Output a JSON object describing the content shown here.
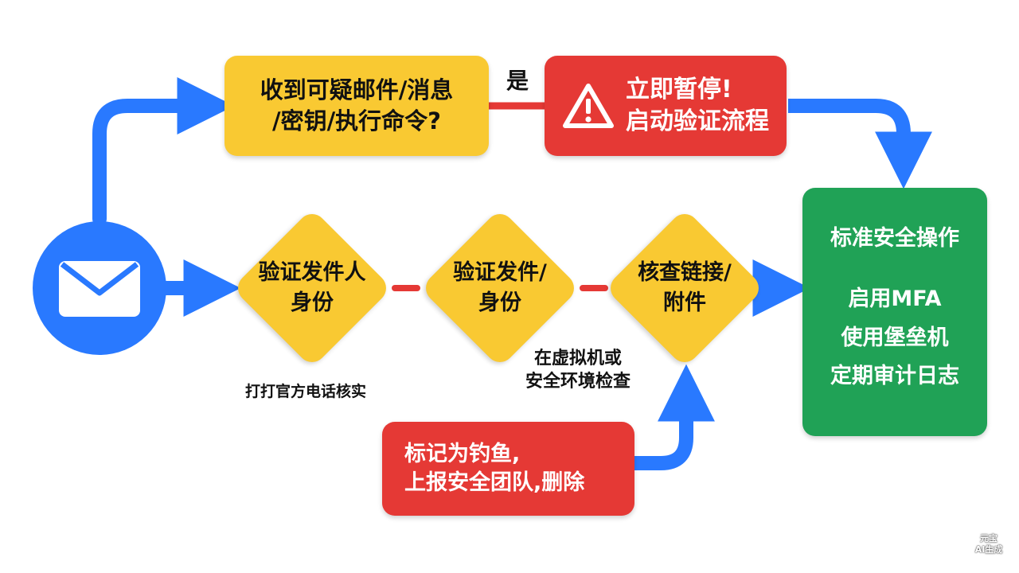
{
  "colors": {
    "arrow": "#2979FF",
    "yellow": "#F9C932",
    "red": "#E53935",
    "green": "#20A256",
    "connector": "#E53935"
  },
  "start_icon": "envelope-icon",
  "question_box": {
    "line1": "收到可疑邮件/消息",
    "line2": "/密钥/执行命令?"
  },
  "yes_label": "是",
  "pause_box": {
    "icon": "warning-triangle-icon",
    "line1": "立即暂停!",
    "line2": "启动验证流程"
  },
  "steps": [
    {
      "line1": "验证发件人",
      "line2": "身份"
    },
    {
      "line1": "验证发件/",
      "line2": "身份"
    },
    {
      "line1": "核查链接/",
      "line2": "附件"
    }
  ],
  "notes": {
    "phone_verify": "打打官方电话核实",
    "vm_check_line1": "在虚拟机或",
    "vm_check_line2": "安全环境检查"
  },
  "phishing_box": {
    "line1": "标记为钓鱼,",
    "line2": "上报安全团队,删除"
  },
  "safe_ops": {
    "title": "标准安全操作",
    "items": [
      "启用MFA",
      "使用堡垒机",
      "定期审计日志"
    ]
  },
  "watermark": {
    "line1": "元宝",
    "line2": "AI生成"
  }
}
